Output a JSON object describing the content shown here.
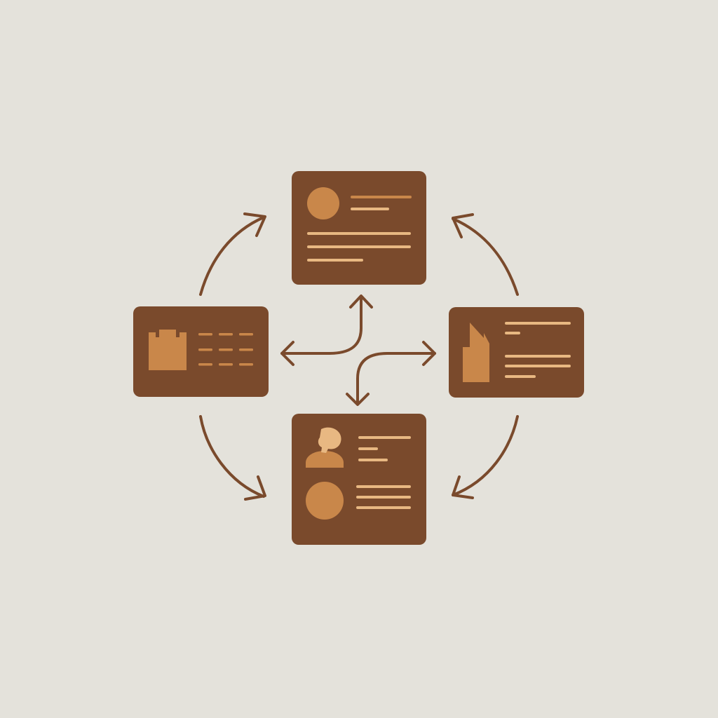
{
  "colors": {
    "background": "#e4e2db",
    "card": "#7a4a2c",
    "arrow": "#7a4a2c",
    "accent": "#c9874a",
    "line_primary": "#e8b882",
    "line_secondary": "#d9a06a"
  },
  "cards": [
    {
      "id": "top",
      "icon": "circle-avatar-icon"
    },
    {
      "id": "left",
      "icon": "building-icon"
    },
    {
      "id": "right",
      "icon": "chart-bars-icon"
    },
    {
      "id": "bottom",
      "icon": "person-icon"
    }
  ],
  "connectors": [
    {
      "from": "left",
      "to": "top",
      "style": "curved-arrow"
    },
    {
      "from": "right",
      "to": "top",
      "style": "curved-arrow"
    },
    {
      "from": "left",
      "to": "bottom",
      "style": "curved-arrow"
    },
    {
      "from": "right",
      "to": "bottom",
      "style": "curved-arrow"
    },
    {
      "from": "left",
      "to": "top",
      "style": "double-arrow"
    },
    {
      "from": "right",
      "to": "bottom",
      "style": "double-arrow"
    }
  ]
}
